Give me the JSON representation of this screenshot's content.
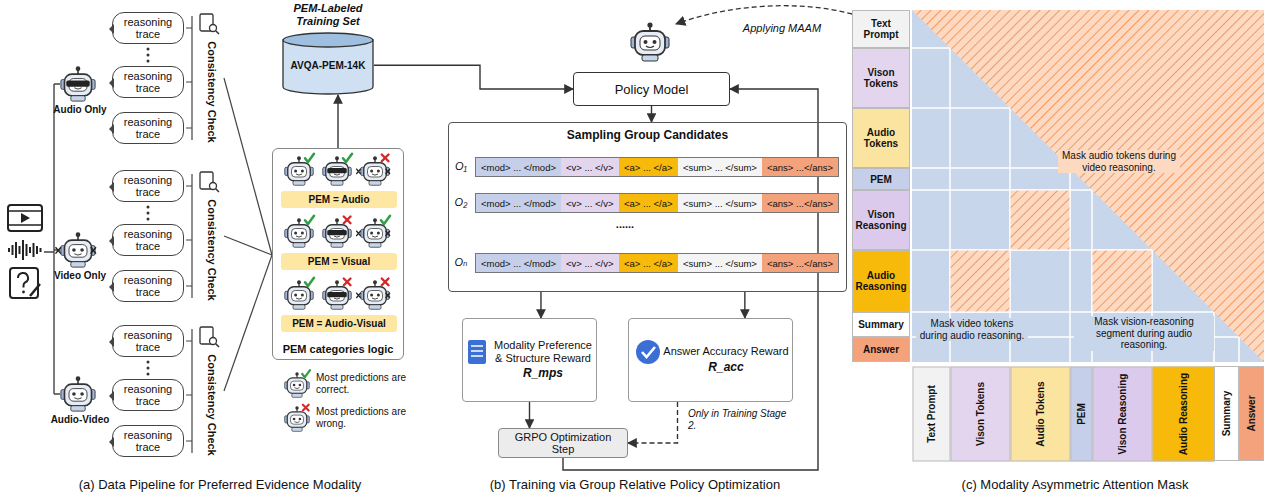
{
  "diagram": {
    "nodes": [
      {
        "text": [
          "reasoning trace"
        ]
      },
      {
        "text": [
          "reasoning trace"
        ]
      },
      {
        "text": [
          "reasoning trace"
        ]
      },
      {
        "text": [
          "reasoning trace"
        ]
      },
      {
        "text": [
          "reasoning trace"
        ]
      },
      {
        "text": [
          "reasoning trace"
        ]
      },
      {
        "text": [
          "reasoning trace"
        ]
      },
      {
        "text": [
          "reasoning trace"
        ]
      },
      {
        "text": [
          "reasoning trace"
        ]
      },
      {
        "text": [
          "PEM-Labeled Training Set",
          "AVQA-PEM-14K"
        ]
      },
      {
        "text": [
          "PEM categories logic"
        ]
      },
      {
        "text": [
          "PEM = Audio"
        ],
        "in": 10
      },
      {
        "text": [
          "PEM = Visual"
        ],
        "in": 10
      },
      {
        "text": [
          "PEM = Audio-Visual"
        ],
        "in": 10
      },
      {
        "text": [
          "Policy Model"
        ]
      },
      {
        "text": [
          "Sampling Group Candidates"
        ]
      },
      {
        "text": [
          "<mod> ... </mod>"
        ],
        "in": 15
      },
      {
        "text": [
          "<v> ... </v>"
        ],
        "in": 15
      },
      {
        "text": [
          "<a> ... </a>"
        ],
        "in": 15
      },
      {
        "text": [
          "<sum> ... </sum>"
        ],
        "in": 15
      },
      {
        "text": [
          "<ans> ...</ans>"
        ],
        "in": 15
      },
      {
        "text": [
          "<mod> ... </mod>"
        ],
        "in": 15
      },
      {
        "text": [
          "<v> ... </v>"
        ],
        "in": 15
      },
      {
        "text": [
          "<a> ... </a>"
        ],
        "in": 15
      },
      {
        "text": [
          "<sum> ... </sum>"
        ],
        "in": 15
      },
      {
        "text": [
          "<ans> ...</ans>"
        ],
        "in": 15
      },
      {
        "text": [
          "<mod> ... </mod>"
        ],
        "in": 15
      },
      {
        "text": [
          "<v> ... </v>"
        ],
        "in": 15
      },
      {
        "text": [
          "<a> ... </a>"
        ],
        "in": 15
      },
      {
        "text": [
          "<sum> ... </sum>"
        ],
        "in": 15
      },
      {
        "text": [
          "<ans> ...</ans>"
        ],
        "in": 15
      },
      {
        "text": [
          "Modality Preference & Structure Reward",
          "R_mps"
        ]
      },
      {
        "text": [
          "Answer Accuracy Reward",
          "R_acc"
        ]
      },
      {
        "text": [
          "GRPO Optimization Step"
        ]
      }
    ],
    "edges": [
      {
        "from": 10,
        "to": 9,
        "arrow": "to"
      },
      {
        "from": 9,
        "to": 14,
        "arrow": "to"
      },
      {
        "from": 14,
        "to": 15,
        "arrow": "to"
      },
      {
        "from": 15,
        "to": 31,
        "arrow": "to"
      },
      {
        "from": 15,
        "to": 32,
        "arrow": "to"
      },
      {
        "from": 31,
        "to": 33,
        "arrow": "to"
      },
      {
        "from": 32,
        "to": 33,
        "label": "Only in Training Stage 2.",
        "arrow": "to"
      },
      {
        "from": 33,
        "to": 14,
        "arrow": "to"
      }
    ],
    "labels": [
      "Audio Only",
      "Video Only",
      "Audio-Video",
      "Consistency Check",
      "Consistency Check",
      "Consistency Check",
      "O₁",
      "O₂",
      "......",
      "Oₙ",
      "Applying MAAM",
      "Text Prompt",
      "Vison Tokens",
      "Audio Tokens",
      "PEM",
      "Vison Reasoning",
      "Audio Reasoning",
      "Summary",
      "Answer",
      "Text Prompt",
      "Vison Tokens",
      "Audio Tokens",
      "PEM",
      "Vison Reasoning",
      "Audio Reasoning",
      "Summary",
      "Answer",
      "Mask audio tokens during video reasoning.",
      "Mask video tokens during audio reasoning.",
      "Mask vision-reasoning segment during audio reasoning.",
      "(a) Data Pipeline for Preferred Evidence Modality",
      "(b) Training via Group Relative Policy Optimization",
      "(c) Modality Asymmetric Attention Mask"
    ],
    "legend": [
      {
        "text": "Most predictions are correct."
      },
      {
        "text": "Most predictions are wrong."
      }
    ]
  }
}
